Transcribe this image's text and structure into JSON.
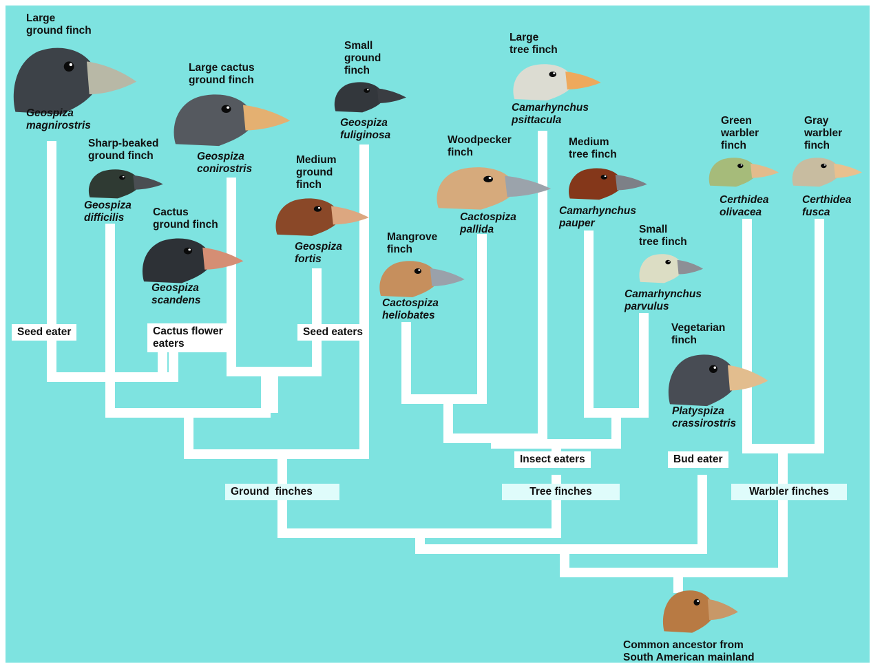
{
  "species": [
    {
      "id": "large-ground-finch",
      "common": "Large\nground finch",
      "scientific": "Geospiza\nmagnirostris",
      "color": "#3d4248",
      "beak": "#b8b8a6"
    },
    {
      "id": "large-cactus-ground-finch",
      "common": "Large cactus\nground finch",
      "scientific": "Geospiza\nconirostris",
      "color": "#55595f",
      "beak": "#e4b071"
    },
    {
      "id": "small-ground-finch",
      "common": "Small\nground\nfinch",
      "scientific": "Geospiza\nfuliginosa",
      "color": "#33373c",
      "beak": "#3a3d42"
    },
    {
      "id": "sharp-beaked-ground-finch",
      "common": "Sharp-beaked\nground finch",
      "scientific": "Geospiza\ndifficilis",
      "color": "#2f3a33",
      "beak": "#4a4e52"
    },
    {
      "id": "cactus-ground-finch",
      "common": "Cactus\nground finch",
      "scientific": "Geospiza\nscandens",
      "color": "#2d3136",
      "beak": "#d58e74"
    },
    {
      "id": "medium-ground-finch",
      "common": "Medium\nground\nfinch",
      "scientific": "Geospiza\nfortis",
      "color": "#8a4828",
      "beak": "#dca780"
    },
    {
      "id": "large-tree-finch",
      "common": "Large\ntree finch",
      "scientific": "Camarhynchus\npsittacula",
      "color": "#dcdcd2",
      "beak": "#eea95c"
    },
    {
      "id": "woodpecker-finch",
      "common": "Woodpecker\nfinch",
      "scientific": "Cactospiza\npallida",
      "color": "#d6aa7c",
      "beak": "#9ba3ab"
    },
    {
      "id": "medium-tree-finch",
      "common": "Medium\ntree finch",
      "scientific": "Camarhynchus\npauper",
      "color": "#84371a",
      "beak": "#7d8087"
    },
    {
      "id": "mangrove-finch",
      "common": "Mangrove\nfinch",
      "scientific": "Cactospiza\nheliobates",
      "color": "#c68f5d",
      "beak": "#9aa1aa"
    },
    {
      "id": "small-tree-finch",
      "common": "Small\ntree finch",
      "scientific": "Camarhynchus\nparvulus",
      "color": "#dcddc4",
      "beak": "#8d8f95"
    },
    {
      "id": "vegetarian-finch",
      "common": "Vegetarian\nfinch",
      "scientific": "Platyspiza\ncrassirostris",
      "color": "#484c54",
      "beak": "#e2bd8e"
    },
    {
      "id": "green-warbler-finch",
      "common": "Green\nwarbler\nfinch",
      "scientific": "Certhidea\nolivacea",
      "color": "#a6bb7a",
      "beak": "#e3bb8c"
    },
    {
      "id": "gray-warbler-finch",
      "common": "Gray\nwarbler\nfinch",
      "scientific": "Certhidea\nfusca",
      "color": "#c8bca0",
      "beak": "#e9c08e"
    },
    {
      "id": "common-ancestor",
      "common": "Common ancestor from\nSouth American mainland",
      "scientific": "",
      "color": "#b87a43",
      "beak": "#c89868"
    }
  ],
  "diet_labels": {
    "seed_eater": "Seed eater",
    "cactus_flower_eaters": "Cactus flower\neaters",
    "seed_eaters": "Seed eaters",
    "insect_eaters": "Insect eaters",
    "bud_eater": "Bud eater"
  },
  "group_labels": {
    "ground": "Ground  finches",
    "tree": "Tree finches",
    "warbler": "Warbler finches"
  },
  "colors": {
    "background": "#7ee3e0",
    "branch": "#ffffff",
    "group_label_bg": "#dffcfb"
  }
}
